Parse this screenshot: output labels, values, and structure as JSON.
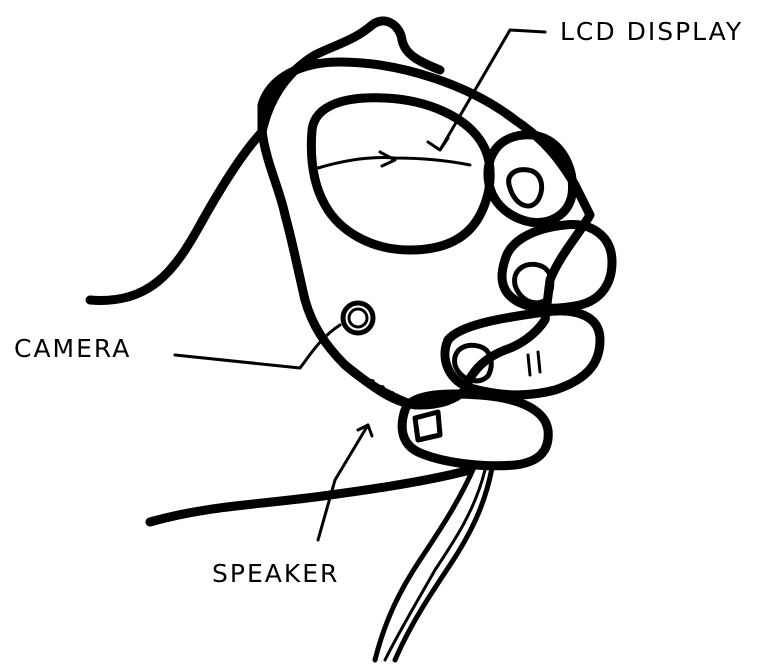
{
  "labels": {
    "lcd_display": "LCD DISPLAY",
    "camera": "CAMERA",
    "speaker": "SPEAKER"
  },
  "colors": {
    "ink": "#000000",
    "paper": "#ffffff"
  }
}
